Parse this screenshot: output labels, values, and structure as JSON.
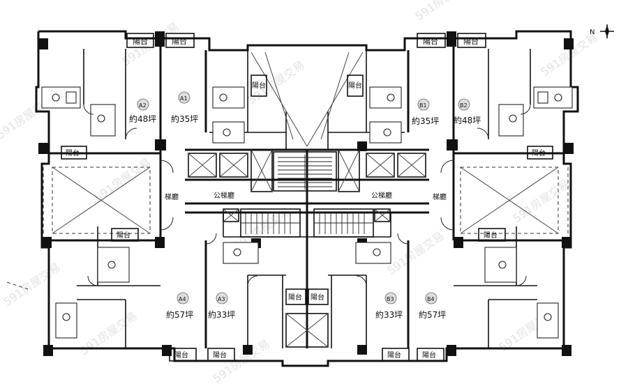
{
  "balcony_label": "陽台",
  "elevator_hall_label": "梯廳",
  "public_corridor_label": "公梯廳",
  "units_top": [
    {
      "code": "A2",
      "area": "約48坪"
    },
    {
      "code": "A1",
      "area": "約35坪"
    },
    {
      "code": "B1",
      "area": "約35坪"
    },
    {
      "code": "B2",
      "area": "約48坪"
    }
  ],
  "units_bottom": [
    {
      "code": "A4",
      "area": "約57坪"
    },
    {
      "code": "A3",
      "area": "約33坪"
    },
    {
      "code": "B3",
      "area": "約33坪"
    },
    {
      "code": "B4",
      "area": "約57坪"
    }
  ],
  "watermark": "591房屋交易",
  "compass_label": "N",
  "colors": {
    "wall": "#111111",
    "badge": "#dddddd",
    "watermark": "#cccccc"
  }
}
